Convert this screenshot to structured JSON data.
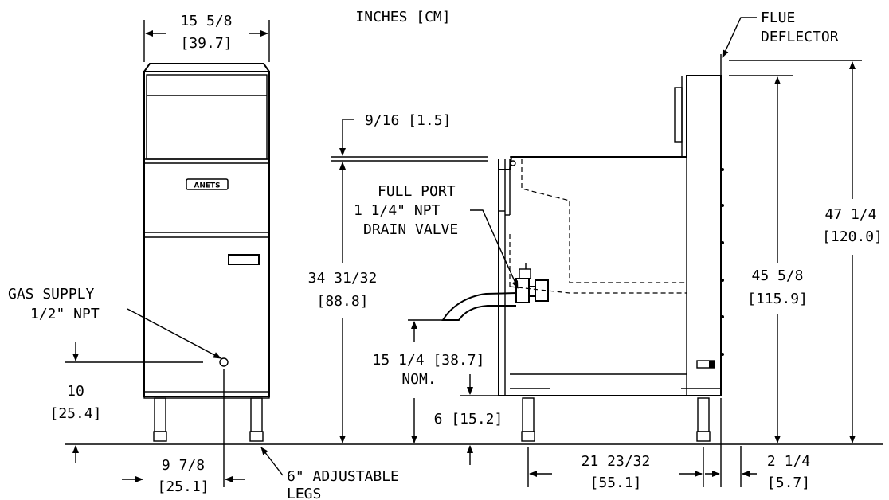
{
  "units": "INCHES [CM]",
  "brand_badge": "ANETS",
  "callouts": {
    "flue_line1": "FLUE",
    "flue_line2": "DEFLECTOR",
    "drain_line1": "FULL PORT",
    "drain_line2": "1 1/4\" NPT",
    "drain_line3": "DRAIN VALVE",
    "gas_line1": "GAS SUPPLY",
    "gas_line2": "1/2\" NPT",
    "legs_line1": "6\" ADJUSTABLE",
    "legs_line2": "LEGS"
  },
  "dimensions": {
    "width_in": "15 5/8",
    "width_cm": "[39.7]",
    "top_offset": "9/16 [1.5]",
    "work_height_in": "34 31/32",
    "work_height_cm": "[88.8]",
    "drain_height": "15 1/4 [38.7]",
    "drain_nom": "NOM.",
    "leg_height": "6 [15.2]",
    "gas_height_in": "10",
    "gas_height_cm": "[25.4]",
    "gas_offset_in": "9 7/8",
    "gas_offset_cm": "[25.1]",
    "depth_in": "21 23/32",
    "depth_cm": "[55.1]",
    "flue_depth_in": "2 1/4",
    "flue_depth_cm": "[5.7]",
    "overall_height_in": "47 1/4",
    "overall_height_cm": "[120.0]",
    "cabinet_height_in": "45 5/8",
    "cabinet_height_cm": "[115.9]"
  }
}
